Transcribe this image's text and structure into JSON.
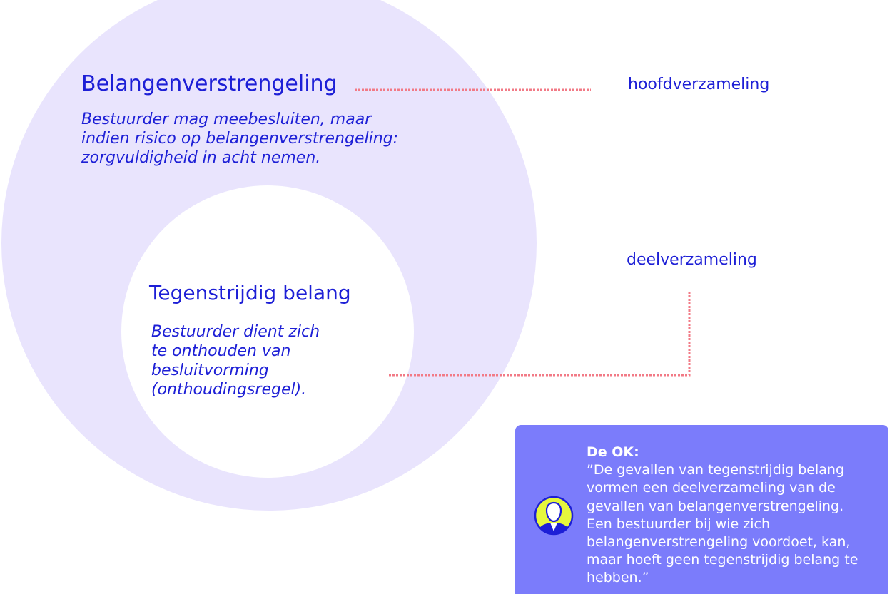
{
  "colors": {
    "outer_circle": "#e9e4fd",
    "inner_circle": "#ffffff",
    "text_primary": "#1d1fd6",
    "connector": "#f27a86",
    "quote_box": "#7b7cfb",
    "quote_text": "#ffffff",
    "avatar_accent": "#e6f73c",
    "avatar_dark": "#1d1fd6"
  },
  "outer_set": {
    "title": "Belangenverstrengeling",
    "description_lines": [
      "Bestuurder mag meebesluiten, maar",
      "indien risico op belangenverstrengeling:",
      "zorgvuldigheid in acht nemen."
    ]
  },
  "inner_set": {
    "title": "Tegenstrijdig belang",
    "description_lines": [
      "Bestuurder dient zich",
      "te onthouden van",
      "besluitvorming",
      "(onthoudingsregel)."
    ]
  },
  "labels": {
    "main": "hoofdverzameling",
    "sub": "deelverzameling"
  },
  "quote": {
    "author": "De OK:",
    "avatar_icon": "person-icon",
    "lines": [
      "”De gevallen van tegenstrijdig belang",
      "vormen een deelverzameling van de",
      "gevallen van belangenverstrengeling.",
      "Een bestuurder bij wie zich",
      "belangenverstrengeling voordoet, kan,",
      "maar hoeft geen tegenstrijdig belang te",
      "hebben.”"
    ]
  }
}
